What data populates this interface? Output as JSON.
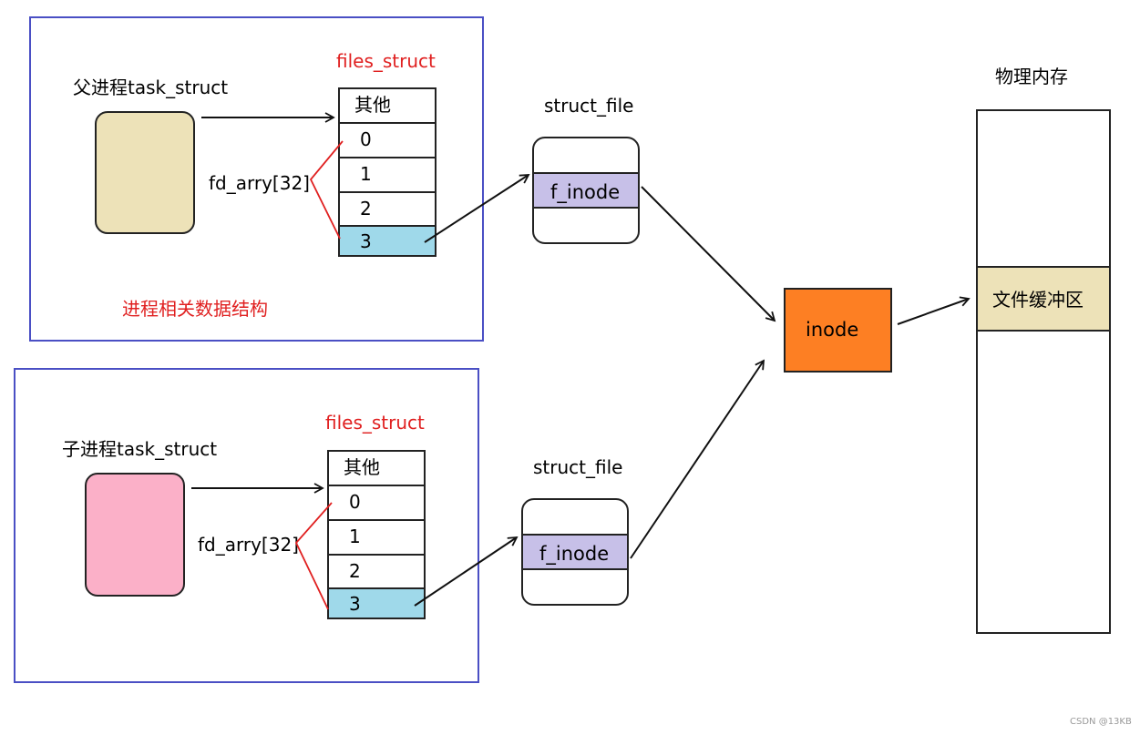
{
  "parent": {
    "task_label": "父进程task_struct",
    "files_struct_label": "files_struct",
    "fd_label": "fd_arry[32]",
    "cells": [
      "其他",
      "0",
      "1",
      "2",
      "3"
    ],
    "region_label": "进程相关数据结构",
    "struct_file_label": "struct_file",
    "f_inode_label": "f_inode"
  },
  "child": {
    "task_label": "子进程task_struct",
    "files_struct_label": "files_struct",
    "fd_label": "fd_arry[32]",
    "cells": [
      "其他",
      "0",
      "1",
      "2",
      "3"
    ],
    "struct_file_label": "struct_file",
    "f_inode_label": "f_inode"
  },
  "inode_label": "inode",
  "memory": {
    "title": "物理内存",
    "buffer_label": "文件缓冲区"
  },
  "watermark": "CSDN @13KB",
  "colors": {
    "frame": "#4a4fc4",
    "parent_task_fill": "#ede2b8",
    "child_task_fill": "#fbb0c8",
    "fd3_fill": "#9fd9ea",
    "f_inode_fill": "#c7c0e8",
    "inode_fill": "#fd7f23",
    "buffer_fill": "#ede2b8",
    "red_text": "#e02020"
  }
}
